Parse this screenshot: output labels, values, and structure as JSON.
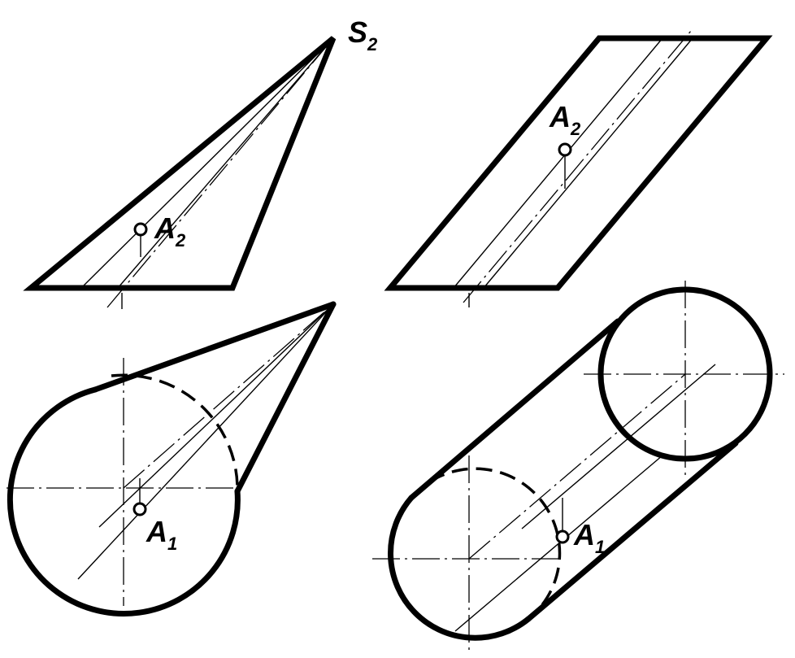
{
  "labels": {
    "apex": {
      "main": "S",
      "sub": "2"
    },
    "cone_front_point": {
      "main": "A",
      "sub": "2"
    },
    "cone_top_point": {
      "main": "A",
      "sub": "1"
    },
    "cylinder_front_point": {
      "main": "A",
      "sub": "2"
    },
    "cylinder_top_point": {
      "main": "A",
      "sub": "1"
    }
  }
}
